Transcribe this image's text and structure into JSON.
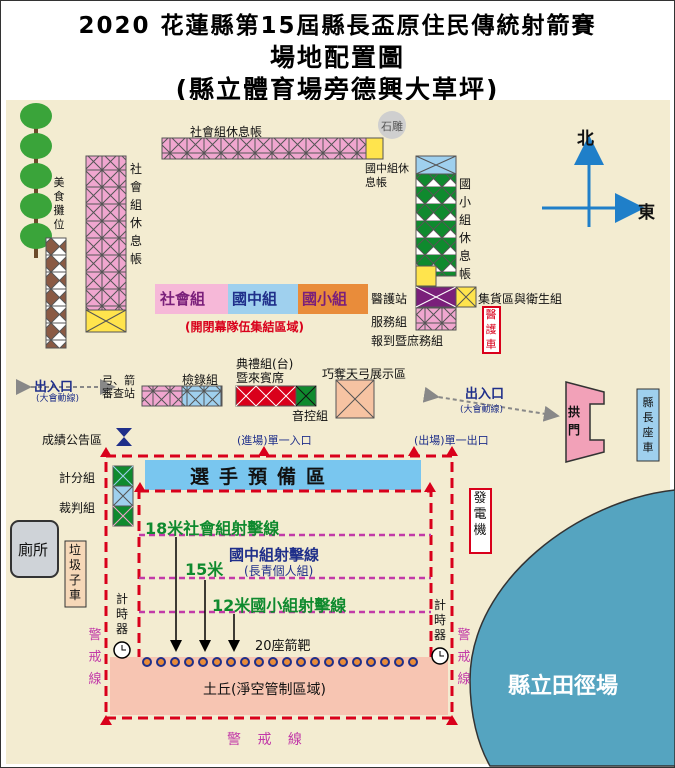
{
  "title": {
    "line1": "2020 花蓮縣第15屆縣長盃原住民傳統射箭賽",
    "line2": "場地配置圖",
    "line3": "(縣立體育場旁德興大草坪)"
  },
  "compass": {
    "north": "北",
    "east": "東"
  },
  "labels": {
    "social_rest": "社會組休息帳",
    "stone": "石雕",
    "junior_high_rest": "國中組休息帳",
    "food_stall": "美食攤位",
    "social_rest_v": "社會組休息帳",
    "elementary_rest": "國小組休息帳",
    "team_social": "社會組",
    "team_junior": "國中組",
    "team_elementary": "國小組",
    "assembly_area": "(開閉幕隊伍集結區域)",
    "medical_station": "醫護站",
    "service_group": "服務組",
    "registration": "報到暨庶務組",
    "supply_hygiene": "集貨區與衛生組",
    "medical_car": "醫護車",
    "entrance_left": "出入口",
    "entrance_left_sub": "(大會動線)",
    "bow_check": "弓、箭審查站",
    "inspection": "檢錄組",
    "ceremony": "典禮組(台)暨來賓席",
    "sound_control": "音控組",
    "bow_exhibit": "巧奪天弓展示區",
    "entrance_right": "出入口",
    "entrance_right_sub": "(大會動線)",
    "arch": "拱門",
    "magistrate_car": "縣長座車",
    "score_board": "成績公告區",
    "entry_single": "(進場)單一入口",
    "exit_single": "(出場)單一出口",
    "scoring": "計分組",
    "referee": "裁判組",
    "ready_area": "選手預備區",
    "generator": "發電機",
    "toilet": "廁所",
    "garbage_truck": "垃圾子車",
    "line_18": "18米社會組射擊線",
    "line_15_num": "15米",
    "line_15_text": "國中組射擊線",
    "line_15_sub": "(長青個人組)",
    "line_12": "12米國小組射擊線",
    "timer_left": "計時器",
    "timer_right": "計時器",
    "targets": "20座箭靶",
    "guard_left": "警戒線",
    "guard_right": "警戒線",
    "guard_bottom": "警 戒 線",
    "earth_mound": "土丘(淨空管制區域)",
    "stadium": "縣立田徑場"
  },
  "colors": {
    "pink": "#f0a6cf",
    "green": "#0f8a2e",
    "blue": "#9fd0ee",
    "brown": "#8a5a44",
    "yellow": "#ffe44d",
    "purple": "#7a1f7a",
    "red": "#d9001b",
    "sky": "#79c6ef",
    "teal": "#55a4c0",
    "navy": "#1f2f8a"
  }
}
